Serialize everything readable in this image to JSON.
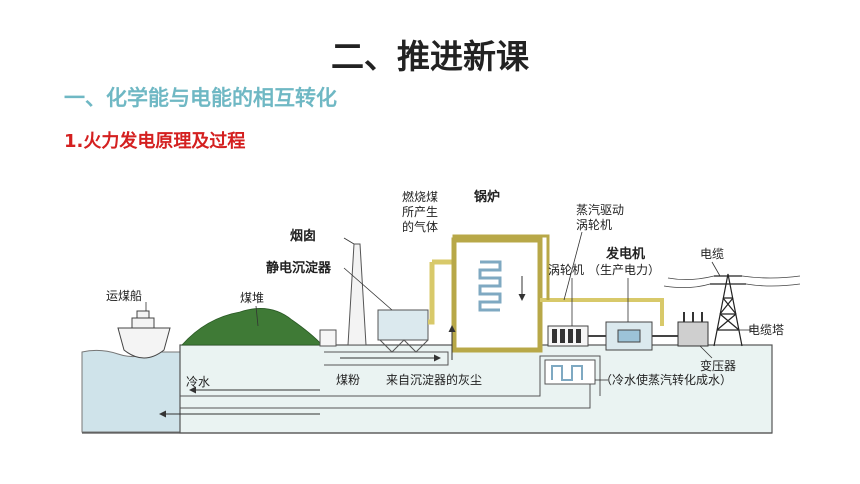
{
  "slide": {
    "title": "二、推进新课",
    "section": "一、化学能与电能的相互转化",
    "subsection": "1.火力发电原理及过程"
  },
  "diagram": {
    "labels": {
      "ship": "运煤船",
      "coal_pile": "煤堆",
      "chimney": "烟囱",
      "precipitator": "静电沉淀器",
      "gas_1": "燃烧煤",
      "gas_2": "所产生",
      "gas_3": "的气体",
      "boiler": "锅炉",
      "steam_1": "蒸汽驱动",
      "steam_2": "涡轮机",
      "turbine": "涡轮机",
      "generator": "发电机",
      "generator_sub": "（生产电力）",
      "cable": "电缆",
      "cable_tower": "电缆塔",
      "transformer": "变压器",
      "cold_water": "冷水",
      "coal_powder": "煤粉",
      "ash": "来自沉淀器的灰尘",
      "condense": "（冷水使蒸汽转化成水）"
    },
    "colors": {
      "water": "#cfe3ea",
      "coal": "#3f7a36",
      "pipe_yellow": "#d8c96a",
      "pipe_blue": "#9cc3d8",
      "ground": "#eaf3f2"
    }
  }
}
